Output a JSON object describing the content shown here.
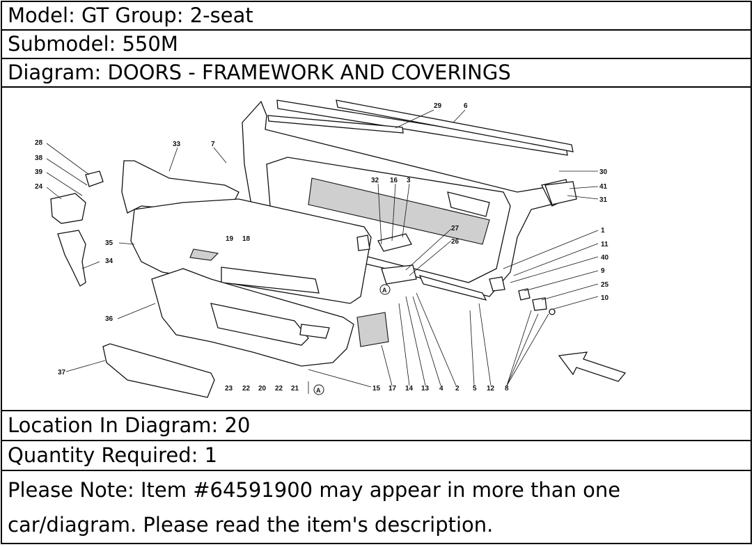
{
  "header": {
    "model": "Model: GT Group: 2-seat",
    "submodel": "Submodel: 550M",
    "diagram": "Diagram: DOORS - FRAMEWORK AND COVERINGS"
  },
  "footer": {
    "location": "Location In Diagram: 20",
    "quantity": "Quantity Required: 1",
    "note_line1": "Please Note: Item #64591900 may appear in more than one",
    "note_line2": "car/diagram. Please read the item's description."
  },
  "callouts": [
    "29",
    "6",
    "28",
    "33",
    "7",
    "38",
    "39",
    "24",
    "30",
    "41",
    "31",
    "32",
    "16",
    "3",
    "1",
    "11",
    "40",
    "9",
    "25",
    "10",
    "27",
    "26",
    "35",
    "34",
    "19",
    "18",
    "36",
    "37",
    "23",
    "22",
    "20",
    "22",
    "21",
    "15",
    "17",
    "14",
    "13",
    "4",
    "2",
    "5",
    "12",
    "8"
  ],
  "callout_marker": "A"
}
